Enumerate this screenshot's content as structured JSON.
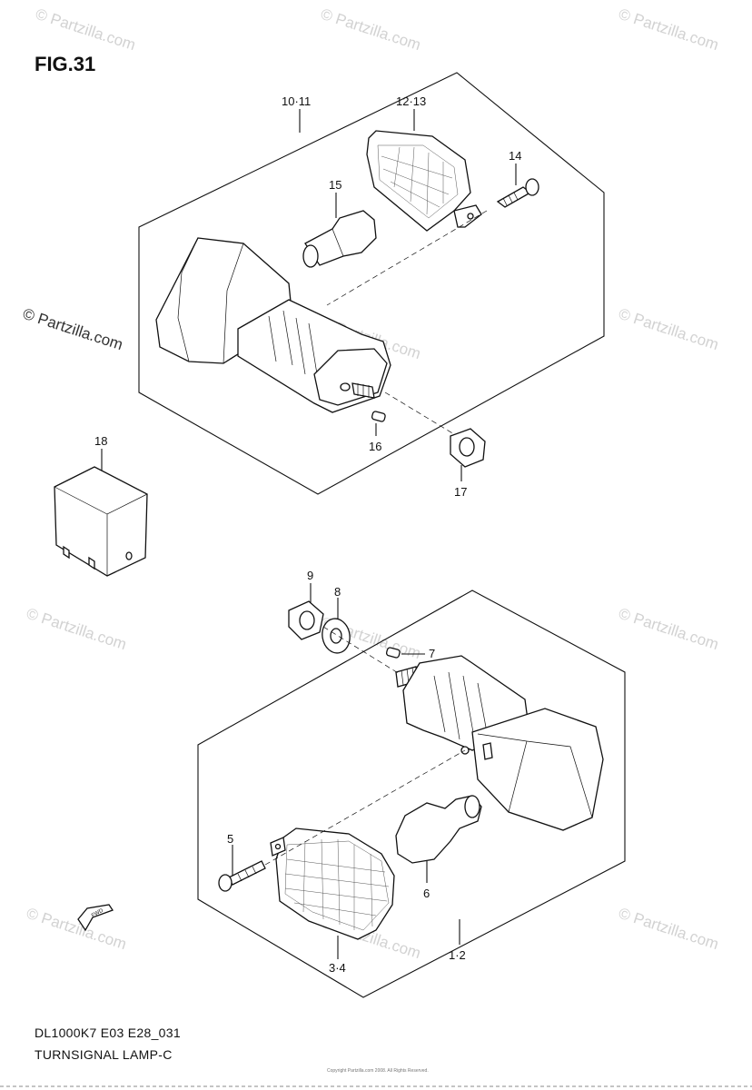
{
  "figure": {
    "title": "FIG.31",
    "code": "DL1000K7 E03 E28_031",
    "name": "TURNSIGNAL LAMP-C",
    "fwd_arrow": "FWD"
  },
  "watermark": {
    "text": "© Partzilla.com",
    "copyright": "Copyright Partzilla.com 2008. All Rights Reserved."
  },
  "callouts": {
    "c10_11": "10·11",
    "c12_13": "12·13",
    "c14": "14",
    "c15": "15",
    "c16": "16",
    "c17": "17",
    "c18": "18",
    "c9": "9",
    "c8": "8",
    "c7": "7",
    "c5": "5",
    "c6": "6",
    "c3_4": "3·4",
    "c1_2": "1·2"
  },
  "icons": [
    "fwd-arrow-icon",
    "turn-signal-lamp-icon",
    "relay-icon",
    "bulb-icon",
    "screw-icon",
    "nut-icon",
    "washer-icon",
    "lens-icon"
  ]
}
